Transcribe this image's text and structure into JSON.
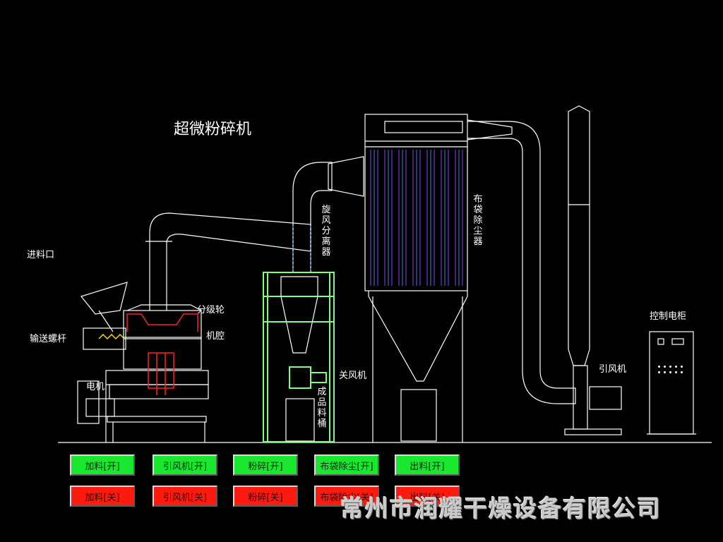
{
  "title": "超微粉碎机",
  "labels": {
    "feed_inlet": "进料口",
    "screw_conveyor": "输送螺杆",
    "motor": "电机",
    "classifier_wheel": "分级轮",
    "chamber": "机腔",
    "cyclone_separator": "旋风分离器",
    "rotary_valve": "关风机",
    "product_bucket": "成品料桶",
    "bag_filter": "布袋除尘器",
    "induced_fan": "引风机",
    "control_cabinet": "控制电柜"
  },
  "buttons": {
    "on": [
      "加料[开]",
      "引风机[开]",
      "粉碎[开]",
      "布袋除尘[开]",
      "出料[开]"
    ],
    "off": [
      "加料[关]",
      "引风机[关]",
      "粉碎[关]",
      "布袋除尘[关]",
      "出料[关]"
    ]
  },
  "colors": {
    "on": "#19e82e",
    "off": "#ff1a10",
    "frame": "#7dff7d",
    "filter": "#8a3cff",
    "motor": "#ff2020"
  },
  "watermark": "常州市润耀干燥设备有限公司"
}
